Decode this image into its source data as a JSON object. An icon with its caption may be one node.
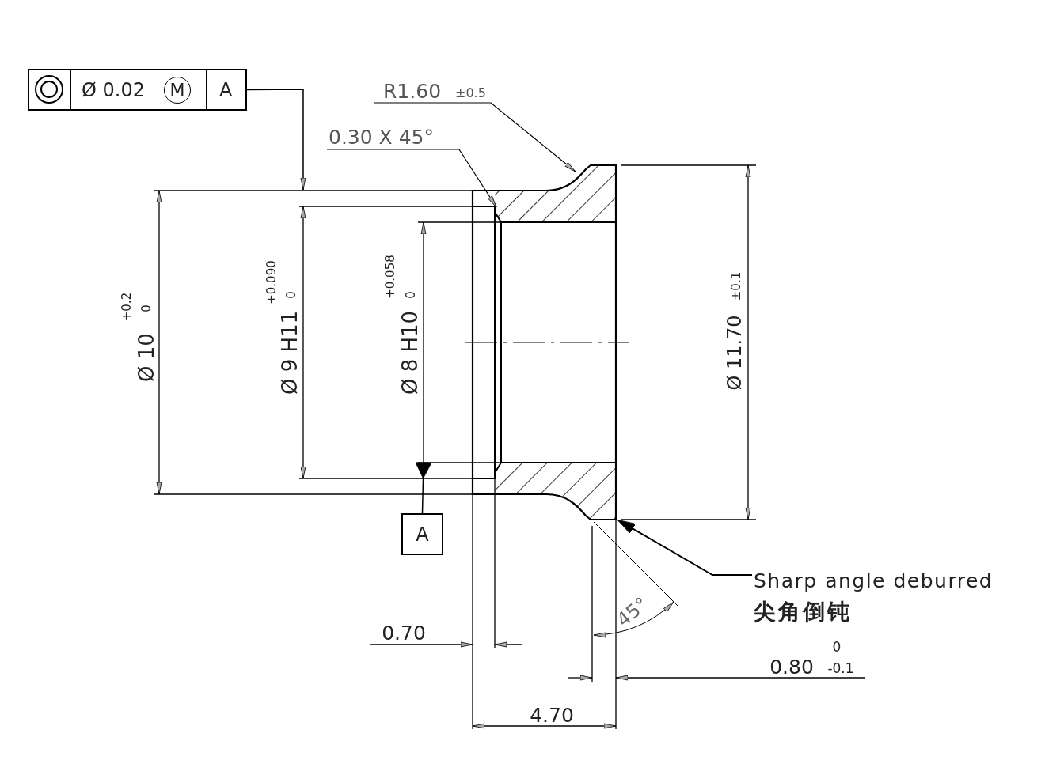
{
  "diagram": {
    "nodes": [
      {
        "text": [
          "Ø 0.02",
          "M",
          "A"
        ]
      },
      {
        "text": [],
        "shape": "picture"
      },
      {
        "text": [
          "A"
        ]
      },
      {
        "text": [
          "R1.60",
          "±0.5"
        ]
      },
      {
        "text": [
          "0.30 X 45°"
        ]
      },
      {
        "text": [
          "Sharp angle deburred",
          "尖角倒钝"
        ]
      }
    ],
    "edges": [
      {
        "from": 0,
        "to": null,
        "arrow": "to"
      },
      {
        "from": 2,
        "to": null,
        "arrow": "other"
      },
      {
        "from": 3,
        "to": 1,
        "arrow": "to"
      },
      {
        "from": 4,
        "to": 1,
        "arrow": "to"
      },
      {
        "from": 5,
        "to": 1,
        "arrow": "to"
      }
    ],
    "labels": [
      "Ø 10",
      "+0.2",
      "0",
      "Ø 9 H11",
      "+0.090",
      "0",
      "Ø 8 H10",
      "+0.058",
      "0",
      "Ø 11.70",
      "±0.1",
      "45°",
      "0.70",
      "0",
      "0.80",
      "-0.1",
      "4.70"
    ]
  }
}
